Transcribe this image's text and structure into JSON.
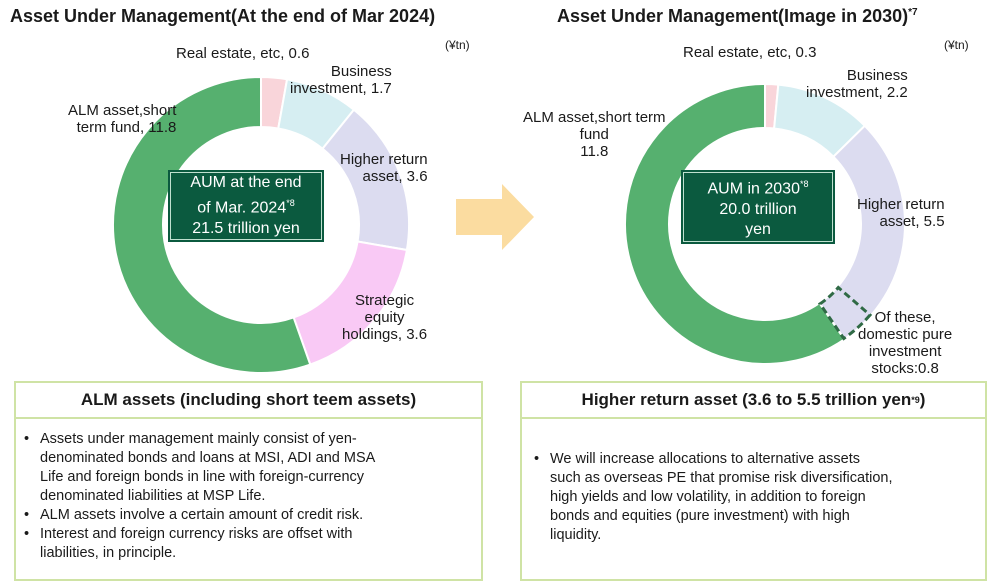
{
  "left": {
    "title": "Asset Under Management(At the end of Mar 2024)",
    "unit": "(¥tn)",
    "center": {
      "line1": "AUM at the end",
      "line2": "of Mar. 2024",
      "sup": "*8",
      "line3": "21.5 trillion yen"
    },
    "labels": {
      "alm": [
        "ALM asset,short",
        "term fund, 11.8"
      ],
      "real_estate": "Real estate, etc, 0.6",
      "business": [
        "Business",
        "investment, 1.7"
      ],
      "higher": [
        "Higher return",
        "asset, 3.6"
      ],
      "strategic": [
        "Strategic",
        "equity",
        "holdings, 3.6"
      ]
    }
  },
  "right": {
    "title": "Asset Under Management(Image in 2030)",
    "title_sup": "*7",
    "unit": "(¥tn)",
    "center": {
      "line1": "AUM in 2030",
      "sup": "*8",
      "line2": "20.0 trillion",
      "line3": "yen"
    },
    "labels": {
      "alm": [
        "ALM asset,short term",
        "fund",
        "11.8"
      ],
      "real_estate": "Real estate, etc, 0.3",
      "business": [
        "Business",
        "investment, 2.2"
      ],
      "higher": [
        "Higher return",
        "asset, 5.5"
      ],
      "domestic": [
        "Of these,",
        "domestic pure",
        "investment",
        "stocks:0.8"
      ]
    }
  },
  "chart_data": [
    {
      "type": "pie",
      "title": "Asset Under Management(At the end of Mar 2024)",
      "unit": "¥tn",
      "slices": [
        {
          "name": "Real estate, etc",
          "value": 0.6,
          "color": "#f9d5da"
        },
        {
          "name": "Business investment",
          "value": 1.7,
          "color": "#d6eef2"
        },
        {
          "name": "Higher return asset",
          "value": 3.6,
          "color": "#dcdcf0"
        },
        {
          "name": "Strategic equity holdings",
          "value": 3.6,
          "color": "#f9c9f5"
        },
        {
          "name": "ALM asset,short term fund",
          "value": 11.8,
          "color": "#56b06f"
        }
      ],
      "total": 21.5
    },
    {
      "type": "pie",
      "title": "Asset Under Management(Image in 2030)",
      "unit": "¥tn",
      "slices": [
        {
          "name": "Real estate, etc",
          "value": 0.3,
          "color": "#f9d5da"
        },
        {
          "name": "Business investment",
          "value": 2.2,
          "color": "#d6eef2"
        },
        {
          "name": "Higher return asset",
          "value": 5.5,
          "color": "#dcdcf0"
        },
        {
          "name": "ALM asset,short term fund",
          "value": 11.8,
          "color": "#56b06f"
        }
      ],
      "highlight": {
        "name": "Of these, domestic pure investment stocks",
        "value": 0.8
      },
      "total": 20.0
    }
  ],
  "panels": {
    "left": {
      "heading": "ALM assets (including short teem assets)",
      "bullets": [
        [
          "Assets under management mainly consist of yen-",
          "denominated bonds and loans at MSI, ADI and MSA",
          "Life and foreign bonds in line with foreign-currency",
          "denominated liabilities at MSP Life."
        ],
        [
          "ALM assets involve a certain amount of credit risk."
        ],
        [
          "Interest and foreign currency risks are offset with",
          "liabilities, in principle."
        ]
      ]
    },
    "right": {
      "heading": "Higher return asset (3.6 to 5.5 trillion yen",
      "heading_sup": "*9",
      "heading_end": ")",
      "bullets": [
        [
          "We will increase allocations to alternative assets",
          "such as overseas PE that promise risk diversification,",
          "high yields and low volatility, in addition to foreign",
          "bonds and equities (pure investment) with high",
          "liquidity."
        ]
      ]
    }
  },
  "colors": {
    "center_box": "#0b5a3f",
    "arrow": "#fbdca0",
    "panel_border": "#cfe3a5",
    "highlight_border": "#2f6a45"
  }
}
